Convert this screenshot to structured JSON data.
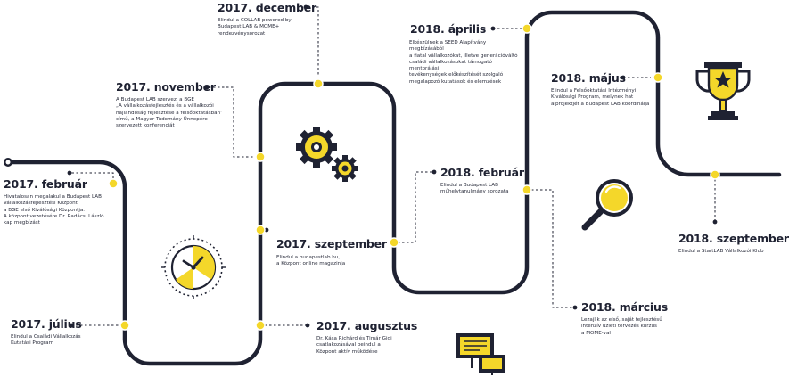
{
  "colors": {
    "road": "#1f2232",
    "accent": "#f4d72a",
    "text": "#1f2232"
  },
  "icons": [
    "clock-icon",
    "gears-icon",
    "presentation-icon",
    "magnifier-icon",
    "trophy-icon"
  ],
  "events": [
    {
      "key": "e1",
      "title": "2017. február",
      "lines": [
        "Hivatalosan megalakul a Budapest LAB",
        "Vállalkozásfejlesztési Központ,",
        "a BGE első Kiválósági Központja.",
        "A központ vezetésére Dr. Radácsi László",
        "kap megbízást"
      ]
    },
    {
      "key": "e2",
      "title": "2017. július",
      "lines": [
        "Elindul a Családi Vállalkozás",
        "Kutatási Program"
      ]
    },
    {
      "key": "e3",
      "title": "2017. november",
      "lines": [
        "A Budapest LAB szervezi a BGE",
        "„A vállalkozásfejlesztés és a vállalkozói",
        "hajlandóság fejlesztése a felsőoktatásban”",
        "című, a Magyar Tudomány Ünnepére",
        "szervezett konferenciát"
      ]
    },
    {
      "key": "e4",
      "title": "2017. december",
      "lines": [
        "Elindul a COLLAB powered by",
        "Budapest LAB & MOME+",
        "rendezvénysorozat"
      ]
    },
    {
      "key": "e5",
      "title": "2017. szeptember",
      "lines": [
        "Elindul a budapestlab.hu,",
        "a Központ online magazinja"
      ]
    },
    {
      "key": "e6",
      "title": "2017. augusztus",
      "lines": [
        "Dr. Kása Richárd és Timár Gigi",
        "csatlakozásával beindul a",
        "Központ aktív működése"
      ]
    },
    {
      "key": "e7",
      "title": "2018. február",
      "lines": [
        "Elindul a Budapest LAB",
        "műhelytanulmány sorozata"
      ]
    },
    {
      "key": "e8",
      "title": "2018. április",
      "lines": [
        "Elkészülnek a SEED Alapítvány megbízásából",
        "a fiatal vállalkozókat, illetve generációváltó",
        "családi vállalkozásokat támogató mentorálási",
        "tevékenységek előkészítését szolgáló",
        "megalapozó kutatások és elemzések"
      ]
    },
    {
      "key": "e9",
      "title": "2018. május",
      "lines": [
        "Elindul a Felsőoktatási Intézményi",
        "Kiválósági Program, melynek hat",
        "alprojektjét a Budapest LAB koordinálja"
      ]
    },
    {
      "key": "e10",
      "title": "2018. március",
      "lines": [
        "Lezajlik az első, saját fejlesztésű",
        "intenzív üzleti tervezés kurzus",
        "a MOME-val"
      ]
    },
    {
      "key": "e11",
      "title": "2018. szeptember",
      "lines": [
        "Elindul a StartLAB Vállalkozói Klub"
      ]
    }
  ]
}
